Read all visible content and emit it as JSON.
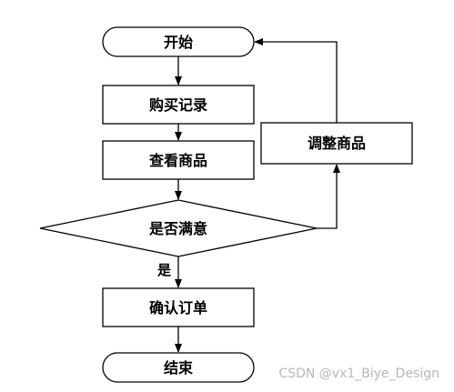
{
  "flowchart": {
    "nodes": {
      "start": "开始",
      "purchase_record": "购买记录",
      "view_products": "查看商品",
      "satisfied_decision": "是否满意",
      "adjust_products": "调整商品",
      "confirm_order": "确认订单",
      "end": "结束"
    },
    "edge_labels": {
      "yes": "是"
    }
  },
  "watermark": "CSDN @vx1_Biye_Design"
}
